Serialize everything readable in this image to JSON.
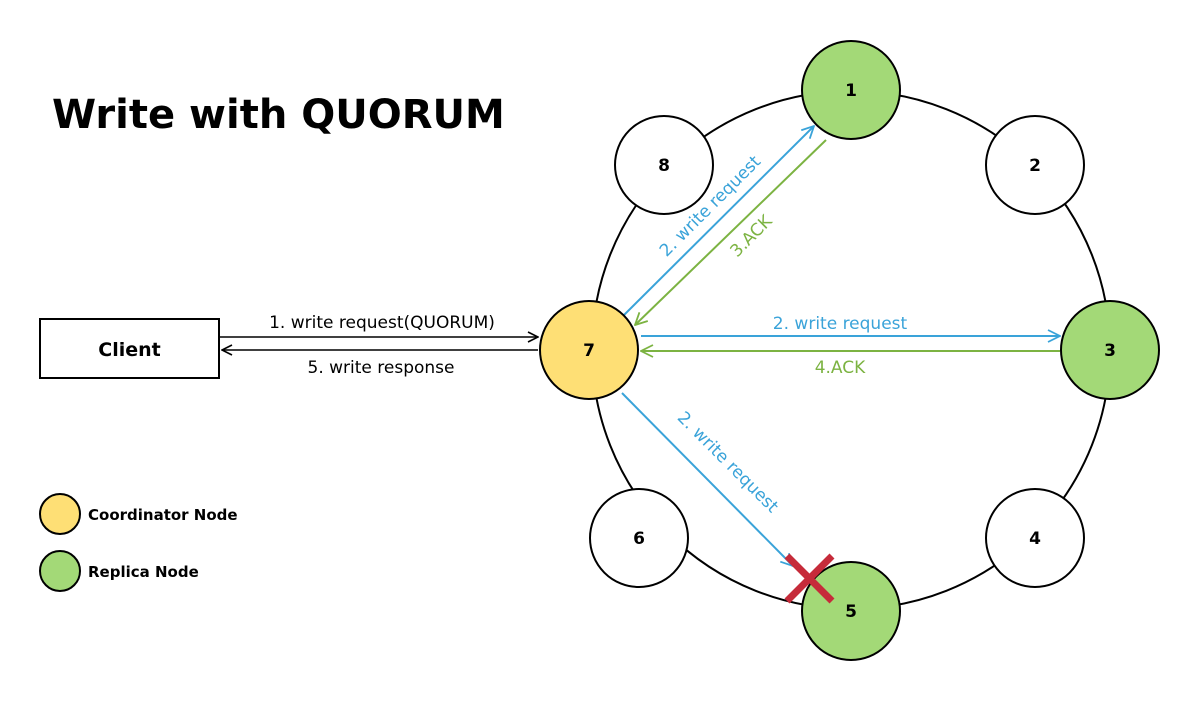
{
  "title": "Write with QUORUM",
  "colors": {
    "coordinator": "#fedf75",
    "replica": "#a3d977",
    "plain": "#ffffff",
    "request": "#3aa3d9",
    "ack": "#7cb342",
    "failure": "#c62b3a"
  },
  "client": {
    "label": "Client"
  },
  "nodes": [
    {
      "id": "1",
      "label": "1",
      "role": "replica"
    },
    {
      "id": "2",
      "label": "2",
      "role": "plain"
    },
    {
      "id": "3",
      "label": "3",
      "role": "replica"
    },
    {
      "id": "4",
      "label": "4",
      "role": "plain"
    },
    {
      "id": "5",
      "label": "5",
      "role": "replica",
      "failed": true
    },
    {
      "id": "6",
      "label": "6",
      "role": "plain"
    },
    {
      "id": "7",
      "label": "7",
      "role": "coordinator"
    },
    {
      "id": "8",
      "label": "8",
      "role": "plain"
    }
  ],
  "edges": [
    {
      "id": "client-request",
      "label": "1. write request(QUORUM)"
    },
    {
      "id": "client-response",
      "label": "5. write response"
    },
    {
      "id": "req-1",
      "label": "2. write request"
    },
    {
      "id": "ack-1",
      "label": "3.ACK"
    },
    {
      "id": "req-3",
      "label": "2. write request"
    },
    {
      "id": "ack-3",
      "label": "4.ACK"
    },
    {
      "id": "req-5",
      "label": "2. write request"
    }
  ],
  "legend": [
    {
      "label": "Coordinator Node",
      "role": "coordinator"
    },
    {
      "label": "Replica Node",
      "role": "replica"
    }
  ]
}
